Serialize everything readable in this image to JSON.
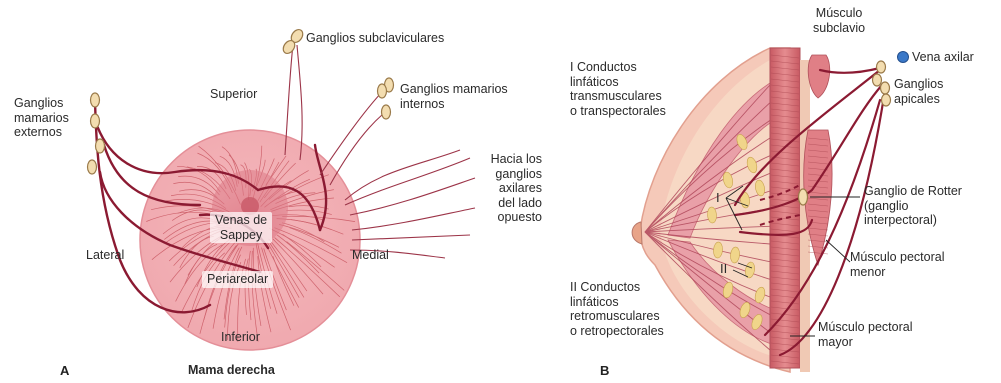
{
  "panel_a": {
    "letter": "A",
    "caption": "Mama derecha",
    "labels": {
      "ganglios_subclaviculares": "Ganglios subclaviculares",
      "superior": "Superior",
      "ganglios_mamarios_internos": "Ganglios mamarios\ninternos",
      "ganglios_mamarios_externos": "Ganglios\nmamarios\nexternos",
      "hacia_ganglios": "Hacia los\nganglios\naxilares\ndel lado\nopuesto",
      "venas_de_sappey": "Venas de\nSappey",
      "periareolar": "Periareolar",
      "lateral": "Lateral",
      "medial": "Medial",
      "inferior": "Inferior"
    }
  },
  "panel_b": {
    "letter": "B",
    "labels": {
      "musculo_subclavio": "Músculo\nsubclavio",
      "vena_axilar": "Vena axilar",
      "ganglios_apicales": "Ganglios\napicales",
      "conductos_i": "I  Conductos\n    linfáticos\n    transmusculares\n    o transpectorales",
      "ganglio_rotter": "Ganglio de Rotter\n(ganglio\ninterpectoral)",
      "musculo_pectoral_menor": "Músculo pectoral\nmenor",
      "conductos_ii": "II Conductos\n    linfáticos\n    retromusculares\n    o retropectorales",
      "musculo_pectoral_mayor": "Músculo pectoral\nmayor",
      "roman_i": "I",
      "roman_ii": "II"
    }
  },
  "colors": {
    "breast_fill": "#f2b4b8",
    "breast_edge": "#e8a0a6",
    "vessel": "#8b1a32",
    "node_fill": "#f3ddb0",
    "node_edge": "#9a7a4a",
    "muscle": "#d9737a",
    "muscle_dark": "#b8515c",
    "vein_blue": "#3a78c8"
  }
}
